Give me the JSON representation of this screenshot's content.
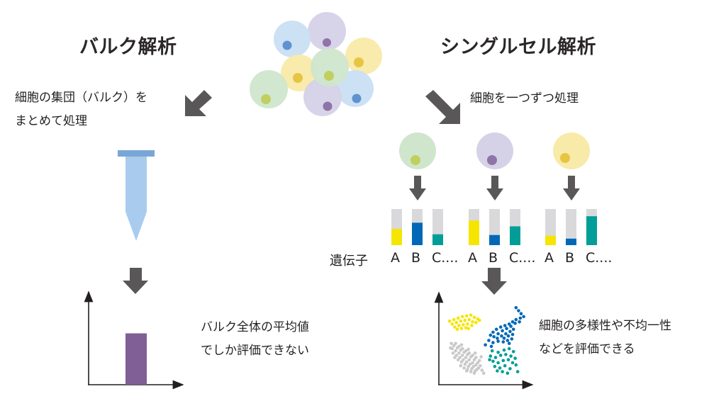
{
  "bulk": {
    "title": "バルク解析",
    "description_lines": [
      "細胞の集団（バルク）を",
      "まとめて処理"
    ],
    "result_lines": [
      "バルク全体の平均値",
      "でしか評価できない"
    ],
    "average_bar_level": 0.58
  },
  "single_cell": {
    "title": "シングルセル解析",
    "description": "細胞を一つずつ処理",
    "gene_row_label": "遺伝子",
    "gene_labels": [
      "A",
      "B",
      "C...."
    ],
    "result_lines": [
      "細胞の多様性や不均一性",
      "などを評価できる"
    ],
    "cells": [
      {
        "name": "green-cell",
        "membrane": "#cfe6cc",
        "nucleus": "#c0cf5f",
        "expression": {
          "A": 0.45,
          "B": 0.62,
          "C": 0.3
        }
      },
      {
        "name": "purple-cell",
        "membrane": "#d5d2e8",
        "nucleus": "#8e74a8",
        "expression": {
          "A": 0.68,
          "B": 0.28,
          "C": 0.52
        }
      },
      {
        "name": "yellow-cell",
        "membrane": "#f8eaa8",
        "nucleus": "#e7c443",
        "expression": {
          "A": 0.26,
          "B": 0.18,
          "C": 0.8
        }
      }
    ]
  },
  "colors": {
    "gene_A": "#f6e500",
    "gene_B": "#0068b7",
    "gene_C": "#009e96",
    "bar_background": "#d9d9db",
    "arrow": "#595757",
    "tube_cap": "#7aa6d6",
    "tube_body": "#a9ccee",
    "bulk_bar": "#7f5f95",
    "axis": "#231f20",
    "cluster_gray": "#c9c9ca",
    "blue_membrane": "#cadff4",
    "blue_nucleus": "#5f93cf"
  },
  "chart_data": [
    {
      "type": "bar",
      "title": "",
      "categories": [
        "bulk-average"
      ],
      "values": [
        0.58
      ],
      "ylim": [
        0,
        1
      ],
      "xlabel": "",
      "ylabel": ""
    },
    {
      "type": "scatter",
      "title": "",
      "xlabel": "",
      "ylabel": "",
      "xlim": [
        0,
        10
      ],
      "ylim": [
        0,
        10
      ],
      "series": [
        {
          "name": "yellow-cluster",
          "color": "#f6e500",
          "points": [
            [
              0.6,
              7.6
            ],
            [
              1.1,
              7.8
            ],
            [
              1.6,
              8.0
            ],
            [
              2.1,
              8.2
            ],
            [
              2.6,
              8.3
            ],
            [
              3.1,
              8.4
            ],
            [
              3.5,
              8.1
            ],
            [
              3.9,
              7.9
            ],
            [
              0.9,
              7.2
            ],
            [
              1.4,
              7.4
            ],
            [
              1.9,
              7.6
            ],
            [
              2.4,
              7.7
            ],
            [
              2.9,
              7.8
            ],
            [
              3.3,
              7.5
            ],
            [
              1.2,
              6.8
            ],
            [
              1.7,
              7.0
            ],
            [
              2.2,
              7.1
            ],
            [
              2.7,
              7.2
            ],
            [
              3.2,
              7.0
            ],
            [
              1.5,
              6.5
            ],
            [
              2.0,
              6.6
            ],
            [
              2.5,
              6.7
            ],
            [
              3.7,
              7.4
            ],
            [
              4.1,
              7.7
            ],
            [
              2.8,
              6.6
            ]
          ]
        },
        {
          "name": "blue-cluster",
          "color": "#0068b7",
          "points": [
            [
              8.4,
              9.4
            ],
            [
              8.7,
              9.0
            ],
            [
              9.0,
              8.6
            ],
            [
              9.3,
              8.2
            ],
            [
              8.9,
              8.0
            ],
            [
              8.4,
              7.8
            ],
            [
              8.0,
              7.5
            ],
            [
              7.6,
              7.2
            ],
            [
              7.1,
              7.0
            ],
            [
              6.6,
              6.8
            ],
            [
              6.1,
              6.5
            ],
            [
              5.7,
              6.1
            ],
            [
              5.4,
              5.7
            ],
            [
              5.8,
              5.5
            ],
            [
              6.3,
              5.9
            ],
            [
              6.8,
              6.3
            ],
            [
              7.3,
              6.6
            ],
            [
              7.8,
              6.9
            ],
            [
              8.3,
              7.3
            ],
            [
              8.8,
              7.5
            ],
            [
              6.2,
              5.3
            ],
            [
              6.7,
              5.6
            ],
            [
              7.2,
              5.9
            ],
            [
              7.7,
              6.2
            ],
            [
              8.1,
              6.5
            ],
            [
              7.0,
              5.3
            ],
            [
              7.5,
              5.6
            ],
            [
              8.0,
              5.8
            ],
            [
              5.2,
              5.0
            ],
            [
              5.7,
              4.7
            ],
            [
              6.3,
              4.9
            ],
            [
              6.9,
              4.8
            ],
            [
              7.4,
              5.0
            ],
            [
              7.9,
              5.2
            ],
            [
              4.8,
              4.4
            ],
            [
              5.5,
              4.2
            ],
            [
              7.6,
              4.6
            ]
          ]
        },
        {
          "name": "gray-cluster",
          "color": "#c9c9ca",
          "points": [
            [
              0.8,
              4.6
            ],
            [
              1.1,
              4.3
            ],
            [
              1.5,
              4.0
            ],
            [
              1.9,
              3.7
            ],
            [
              2.3,
              3.4
            ],
            [
              2.7,
              3.1
            ],
            [
              3.1,
              2.8
            ],
            [
              3.5,
              2.4
            ],
            [
              3.9,
              2.0
            ],
            [
              4.2,
              1.6
            ],
            [
              0.9,
              3.9
            ],
            [
              1.3,
              3.6
            ],
            [
              1.7,
              3.3
            ],
            [
              2.1,
              3.0
            ],
            [
              2.5,
              2.7
            ],
            [
              2.9,
              2.4
            ],
            [
              3.3,
              2.0
            ],
            [
              3.7,
              1.7
            ],
            [
              4.0,
              1.3
            ],
            [
              1.0,
              3.3
            ],
            [
              1.4,
              3.0
            ],
            [
              1.8,
              2.7
            ],
            [
              2.2,
              2.4
            ],
            [
              2.6,
              2.1
            ],
            [
              3.0,
              1.8
            ],
            [
              3.4,
              1.5
            ],
            [
              3.8,
              1.1
            ],
            [
              1.6,
              2.4
            ],
            [
              2.0,
              2.1
            ],
            [
              2.4,
              1.8
            ],
            [
              2.8,
              1.5
            ],
            [
              3.2,
              1.2
            ],
            [
              3.6,
              0.9
            ],
            [
              1.9,
              1.6
            ],
            [
              2.3,
              1.3
            ],
            [
              2.7,
              1.1
            ],
            [
              3.1,
              0.8
            ],
            [
              1.3,
              4.6
            ],
            [
              1.7,
              4.2
            ],
            [
              2.1,
              3.9
            ],
            [
              2.5,
              3.6
            ],
            [
              2.9,
              3.3
            ],
            [
              3.3,
              3.0
            ],
            [
              3.7,
              2.7
            ],
            [
              4.1,
              2.3
            ],
            [
              1.2,
              2.7
            ],
            [
              2.6,
              0.9
            ],
            [
              4.4,
              1.0
            ],
            [
              4.6,
              0.6
            ],
            [
              3.5,
              0.6
            ],
            [
              0.7,
              4.0
            ],
            [
              2.0,
              4.4
            ],
            [
              2.8,
              3.8
            ],
            [
              3.6,
              3.3
            ],
            [
              4.3,
              2.8
            ]
          ]
        },
        {
          "name": "teal-cluster",
          "color": "#009e96",
          "points": [
            [
              5.6,
              3.6
            ],
            [
              6.3,
              3.4
            ],
            [
              7.0,
              3.7
            ],
            [
              7.6,
              3.9
            ],
            [
              8.1,
              3.5
            ],
            [
              5.4,
              2.9
            ],
            [
              6.0,
              2.7
            ],
            [
              6.6,
              3.0
            ],
            [
              7.2,
              3.1
            ],
            [
              7.8,
              2.9
            ],
            [
              8.3,
              2.6
            ],
            [
              5.7,
              2.2
            ],
            [
              6.3,
              2.0
            ],
            [
              6.9,
              2.3
            ],
            [
              7.5,
              2.4
            ],
            [
              8.0,
              2.0
            ],
            [
              5.9,
              1.5
            ],
            [
              6.5,
              1.3
            ],
            [
              7.1,
              1.6
            ],
            [
              7.7,
              1.2
            ],
            [
              8.4,
              1.7
            ],
            [
              6.2,
              0.9
            ],
            [
              6.8,
              0.8
            ],
            [
              8.6,
              0.8
            ],
            [
              5.3,
              2.4
            ],
            [
              7.4,
              0.6
            ]
          ]
        }
      ]
    }
  ]
}
